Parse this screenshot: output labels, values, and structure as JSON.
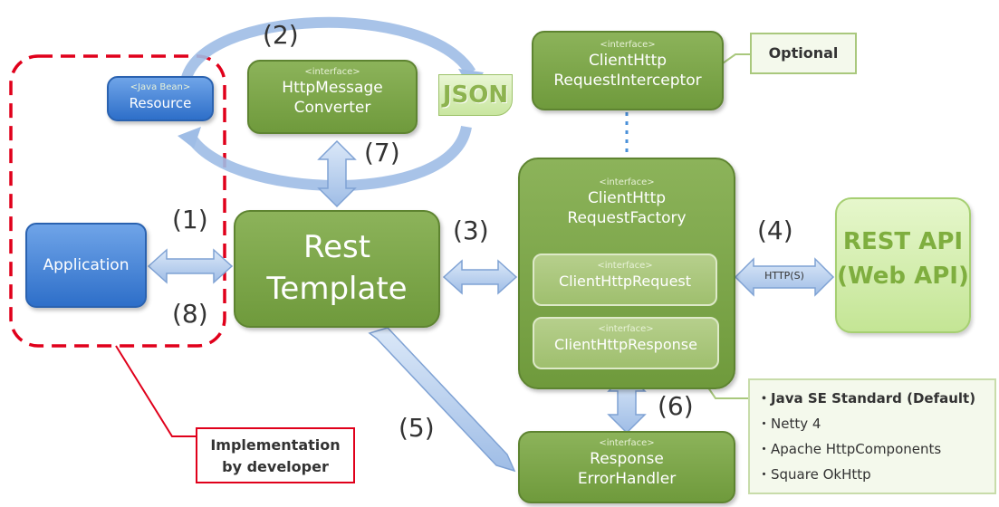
{
  "labels": {
    "n1": "(1)",
    "n2": "(2)",
    "n3": "(3)",
    "n4": "(4)",
    "n5": "(5)",
    "n6": "(6)",
    "n7": "(7)",
    "n8": "(8)"
  },
  "interface_tag": "<interface>",
  "resource": {
    "tag": "<Java Bean>",
    "label": "Resource"
  },
  "application": {
    "label": "Application"
  },
  "http_message_converter": {
    "line1": "HttpMessage",
    "line2": "Converter"
  },
  "json_doc": {
    "label": "JSON"
  },
  "interceptor": {
    "line1": "ClientHttp",
    "line2": "RequestInterceptor"
  },
  "optional_note": {
    "label": "Optional"
  },
  "rest_template": {
    "line1": "Rest",
    "line2": "Template"
  },
  "request_factory": {
    "line1": "ClientHttp",
    "line2": "RequestFactory"
  },
  "client_request": {
    "label": "ClientHttpRequest"
  },
  "client_response": {
    "label": "ClientHttpResponse"
  },
  "error_handler": {
    "line1": "Response",
    "line2": "ErrorHandler"
  },
  "rest_api": {
    "line1": "REST API",
    "line2": "(Web API)"
  },
  "http_label": "HTTP(S)",
  "implementation_note": {
    "line1": "Implementation",
    "line2": "by developer"
  },
  "factory_impls": [
    "・Java SE Standard (Default)",
    "・Netty 4",
    "・Apache HttpComponents",
    "・Square OkHttp"
  ],
  "colors": {
    "green": "#77a244",
    "blue": "#3a7bd5",
    "light_green": "#d7f0b0",
    "arrow": "#bcd3f0",
    "dashed_red": "#e0001b"
  }
}
